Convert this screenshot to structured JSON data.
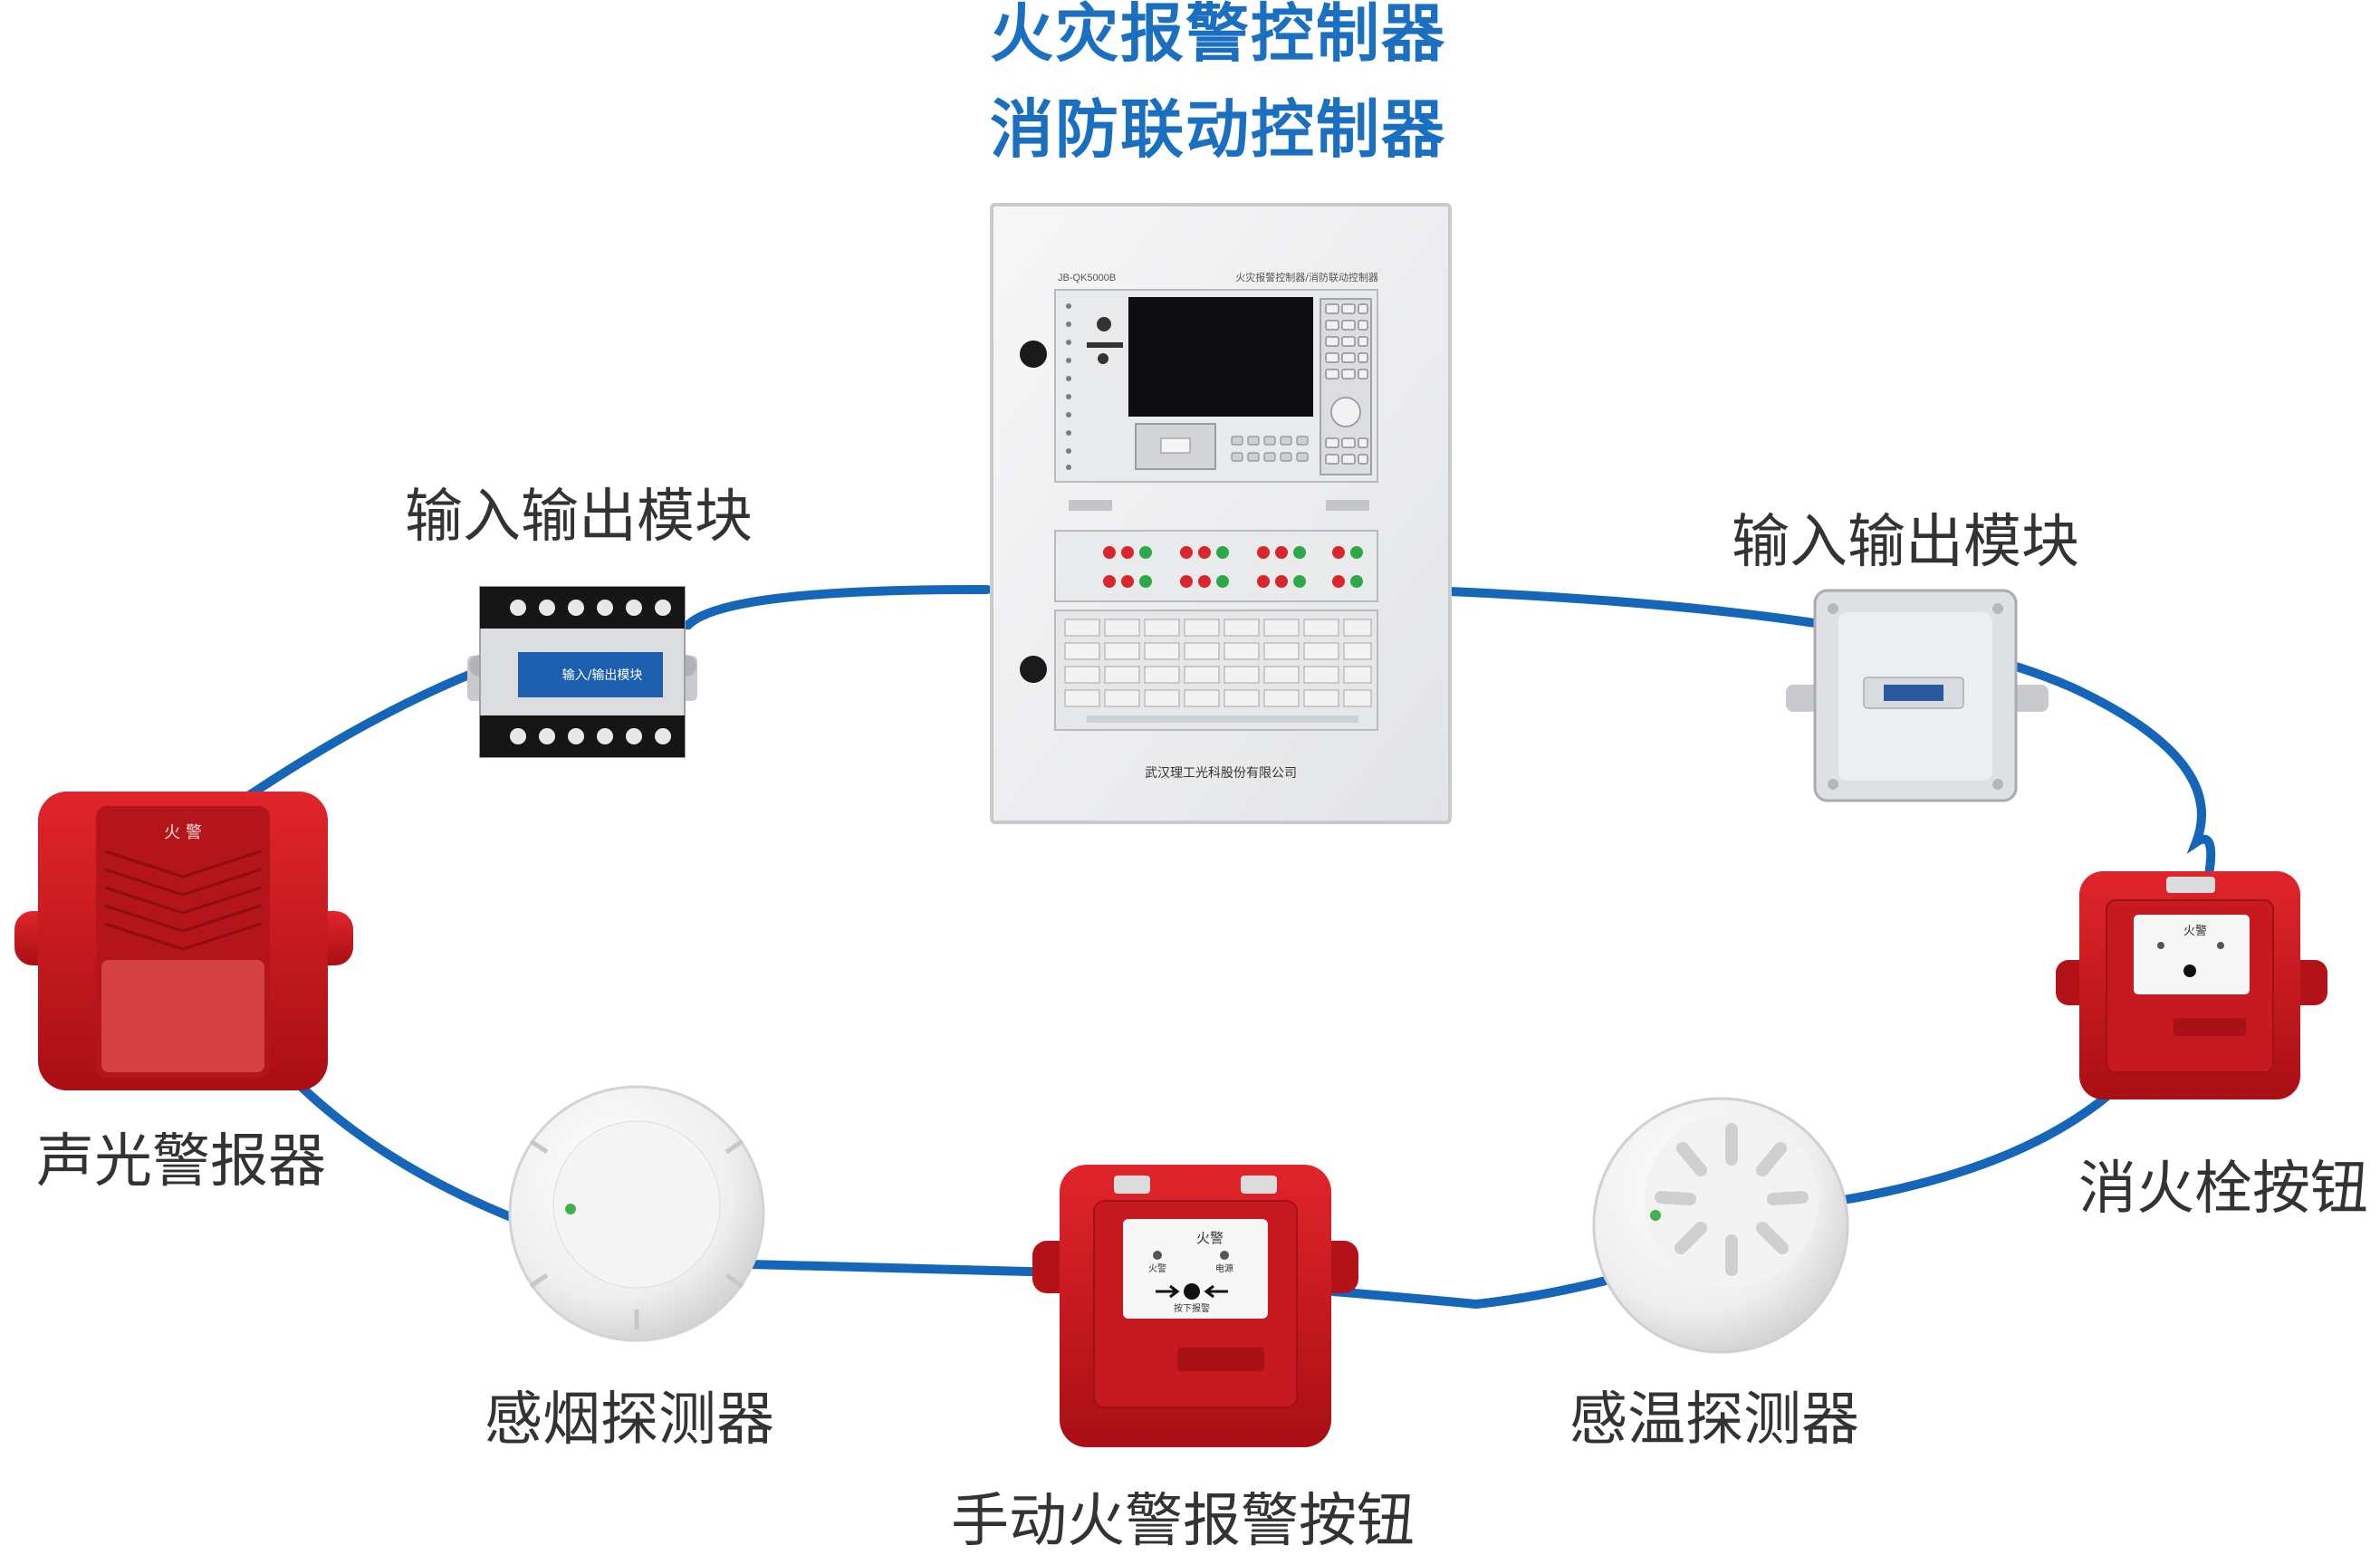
{
  "titles": {
    "line1": "火灾报警控制器",
    "line2": "消防联动控制器"
  },
  "controller": {
    "model": "JB-QK5000B",
    "name": "火灾报警控制器/消防联动控制器",
    "maker": "武汉理工光科股份有限公司"
  },
  "devices": {
    "io_module_left": "输入输出模块",
    "io_module_right": "输入输出模块",
    "sound_light_alarm": "声光警报器",
    "smoke_detector": "感烟探测器",
    "manual_alarm_button": "手动火警报警按钮",
    "heat_detector": "感温探测器",
    "hydrant_button": "消火栓按钮"
  },
  "device_marks": {
    "alarm_badge": "火 警",
    "button_head": "火警",
    "button_leds": [
      "火警",
      "电源"
    ],
    "button_hint": "按下报警",
    "module_plate": "输入/输出模块"
  },
  "colors": {
    "title_blue": "#1a6fc0",
    "ring_blue": "#1565b8",
    "device_red": "#c8141c",
    "label_gray": "#333333"
  }
}
